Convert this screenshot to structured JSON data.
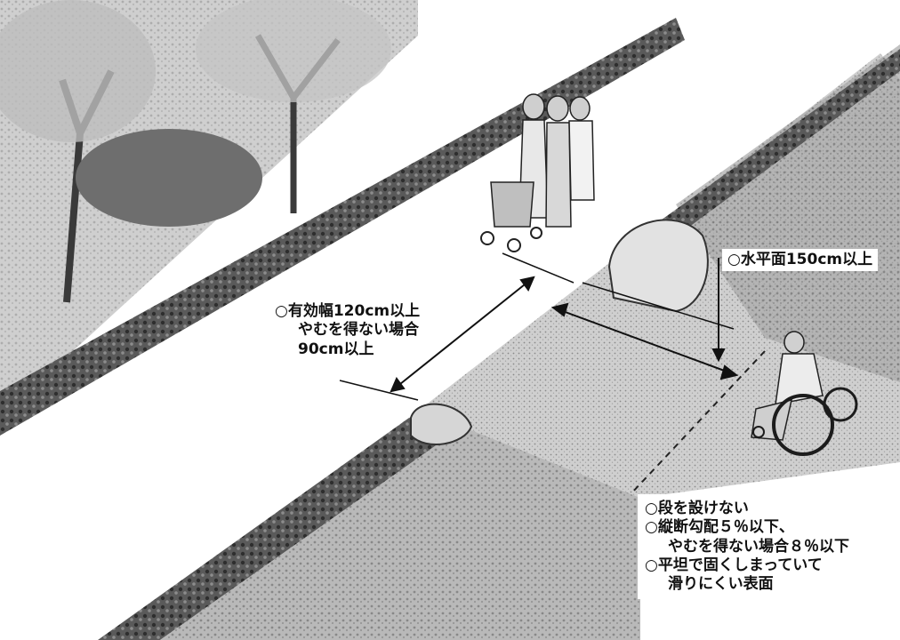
{
  "palette": {
    "paper": "#ffffff",
    "ink": "#1c1c1c",
    "road": "#efefef",
    "sidewalk": "#c9c9c9",
    "grass": "#9a9a9a",
    "foliage": "#6e6e6e",
    "planter": "#3a3a3a"
  },
  "icons": [
    "tree-icon",
    "pedestrian-family-icon",
    "stroller-icon",
    "boulder-icon",
    "wheelchair-user-icon"
  ],
  "annotations": {
    "effective_width": {
      "line1": "○有効幅120cm以上",
      "line2": "やむを得ない場合",
      "line3": "90cm以上"
    },
    "level_area": {
      "line1": "○水平面150cm以上"
    },
    "surface_rules": {
      "line1": "○段を設けない",
      "line2": "○縦断勾配５％以下、",
      "line3": "やむを得ない場合８％以下",
      "line4": "○平坦で固くしまっていて",
      "line5": "滑りにくい表面"
    }
  }
}
